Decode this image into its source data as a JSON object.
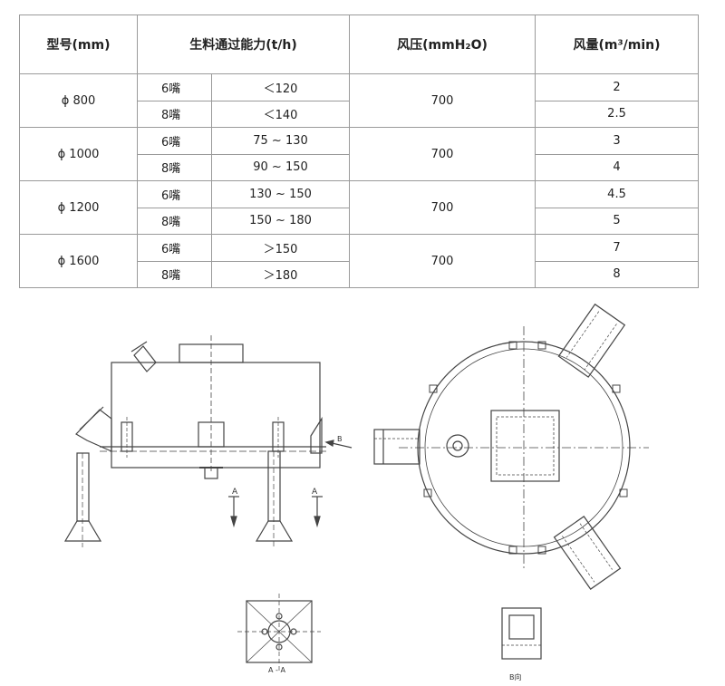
{
  "table": {
    "headers": {
      "model": "型号(mm)",
      "capacity": "生料通过能力(t/h)",
      "pressure": "风压(mmH₂O)",
      "airflow": "风量(m³/min)"
    },
    "groups": [
      {
        "model": "ϕ 800",
        "pressure": "700",
        "rows": [
          {
            "nozzle": "6嘴",
            "capacity": "＜120",
            "airflow": "2"
          },
          {
            "nozzle": "8嘴",
            "capacity": "＜140",
            "airflow": "2.5"
          }
        ]
      },
      {
        "model": "ϕ 1000",
        "pressure": "700",
        "rows": [
          {
            "nozzle": "6嘴",
            "capacity": "75 ~ 130",
            "airflow": "3"
          },
          {
            "nozzle": "8嘴",
            "capacity": "90 ~ 150",
            "airflow": "4"
          }
        ]
      },
      {
        "model": "ϕ 1200",
        "pressure": "700",
        "rows": [
          {
            "nozzle": "6嘴",
            "capacity": "130 ~ 150",
            "airflow": "4.5"
          },
          {
            "nozzle": "8嘴",
            "capacity": "150 ~ 180",
            "airflow": "5"
          }
        ]
      },
      {
        "model": "ϕ 1600",
        "pressure": "700",
        "rows": [
          {
            "nozzle": "6嘴",
            "capacity": "＞150",
            "airflow": "7"
          },
          {
            "nozzle": "8嘴",
            "capacity": "＞180",
            "airflow": "8"
          }
        ]
      }
    ]
  },
  "drawing": {
    "arrow_a": "A",
    "arrow_b": "B",
    "view_aa": "A - A",
    "view_b": "B向"
  }
}
